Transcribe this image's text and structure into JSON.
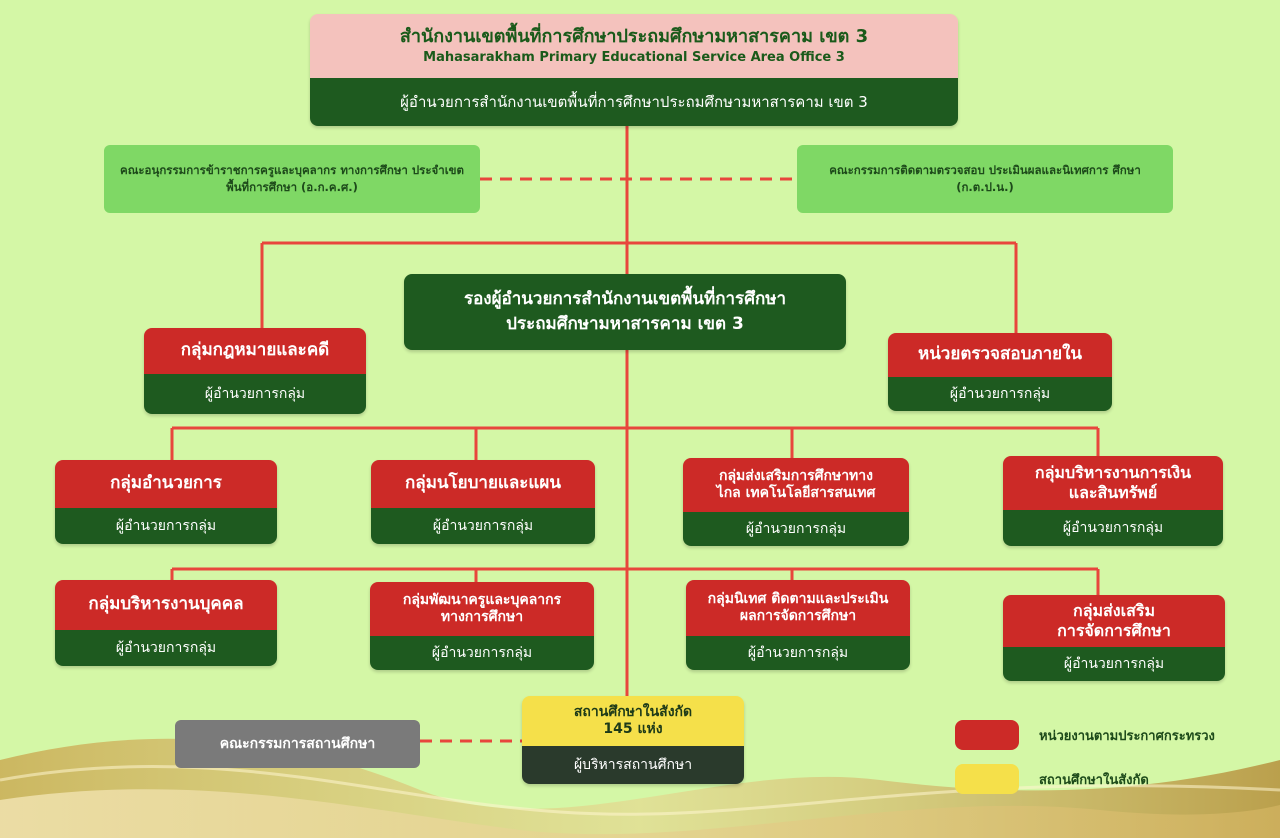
{
  "colors": {
    "background": "#d4f7a6",
    "connector": "#e8463c",
    "red_unit": "#cc2a27",
    "green_dark": "#1e5a1f",
    "committee": "#7fd865",
    "school_yellow": "#f5e04a",
    "school_dark": "#2a3a2c",
    "grey": "#7a7a7a"
  },
  "top": {
    "title_th": "สำนักงานเขตพื้นที่การศึกษาประถมศึกษามหาสารคาม เขต 3",
    "title_en": "Mahasarakham Primary Educational Service Area Office 3",
    "director": "ผู้อำนวยการสำนักงานเขตพื้นที่การศึกษาประถมศึกษามหาสารคาม เขต 3"
  },
  "committees": {
    "left": "คณะอนุกรรมการข้าราชการครูและบุคลากร ทางการศึกษา ประจำเขตพื้นที่การศึกษา (อ.ก.ค.ศ.)",
    "right": "คณะกรรมการติดตามตรวจสอบ ประเมินผลและนิเทศการ ศึกษา (ก.ต.ป.น.)"
  },
  "deputy": {
    "line1": "รองผู้อำนวยการสำนักงานเขตพื้นที่การศึกษา",
    "line2": "ประถมศึกษามหาสารคาม เขต 3"
  },
  "units": {
    "law": {
      "title": "กลุ่มกฎหมายและคดี",
      "sub": "ผู้อำนวยการกลุ่ม"
    },
    "audit": {
      "title": "หน่วยตรวจสอบภายใน",
      "sub": "ผู้อำนวยการกลุ่ม"
    },
    "admin": {
      "title": "กลุ่มอำนวยการ",
      "sub": "ผู้อำนวยการกลุ่ม"
    },
    "policy": {
      "title": "กลุ่มนโยบายและแผน",
      "sub": "ผู้อำนวยการกลุ่ม"
    },
    "distance_l1": "กลุ่มส่งเสริมการศึกษาทาง",
    "distance_l2": "ไกล เทคโนโลยีสารสนเทศ",
    "distance_sub": "ผู้อำนวยการกลุ่ม",
    "finance_l1": "กลุ่มบริหารงานการเงิน",
    "finance_l2": "และสินทรัพย์",
    "finance_sub": "ผู้อำนวยการกลุ่ม",
    "personnel": {
      "title": "กลุ่มบริหารงานบุคคล",
      "sub": "ผู้อำนวยการกลุ่ม"
    },
    "teacherdev_l1": "กลุ่มพัฒนาครูและบุคลากร",
    "teacherdev_l2": "ทางการศึกษา",
    "teacherdev_sub": "ผู้อำนวยการกลุ่ม",
    "supervision_l1": "กลุ่มนิเทศ ติดตามและประเมิน",
    "supervision_l2": "ผลการจัดการศึกษา",
    "supervision_sub": "ผู้อำนวยการกลุ่ม",
    "promote_l1": "กลุ่มส่งเสริม",
    "promote_l2": "การจัดการศึกษา",
    "promote_sub": "ผู้อำนวยการกลุ่ม"
  },
  "school": {
    "line1": "สถานศึกษาในสังกัด",
    "line2": "145 แห่ง",
    "sub": "ผู้บริหารสถานศึกษา"
  },
  "school_board": "คณะกรรมการสถานศึกษา",
  "legend": {
    "red": "หน่วยงานตามประกาศกระทรวง",
    "yellow": "สถานศึกษาในสังกัด"
  }
}
